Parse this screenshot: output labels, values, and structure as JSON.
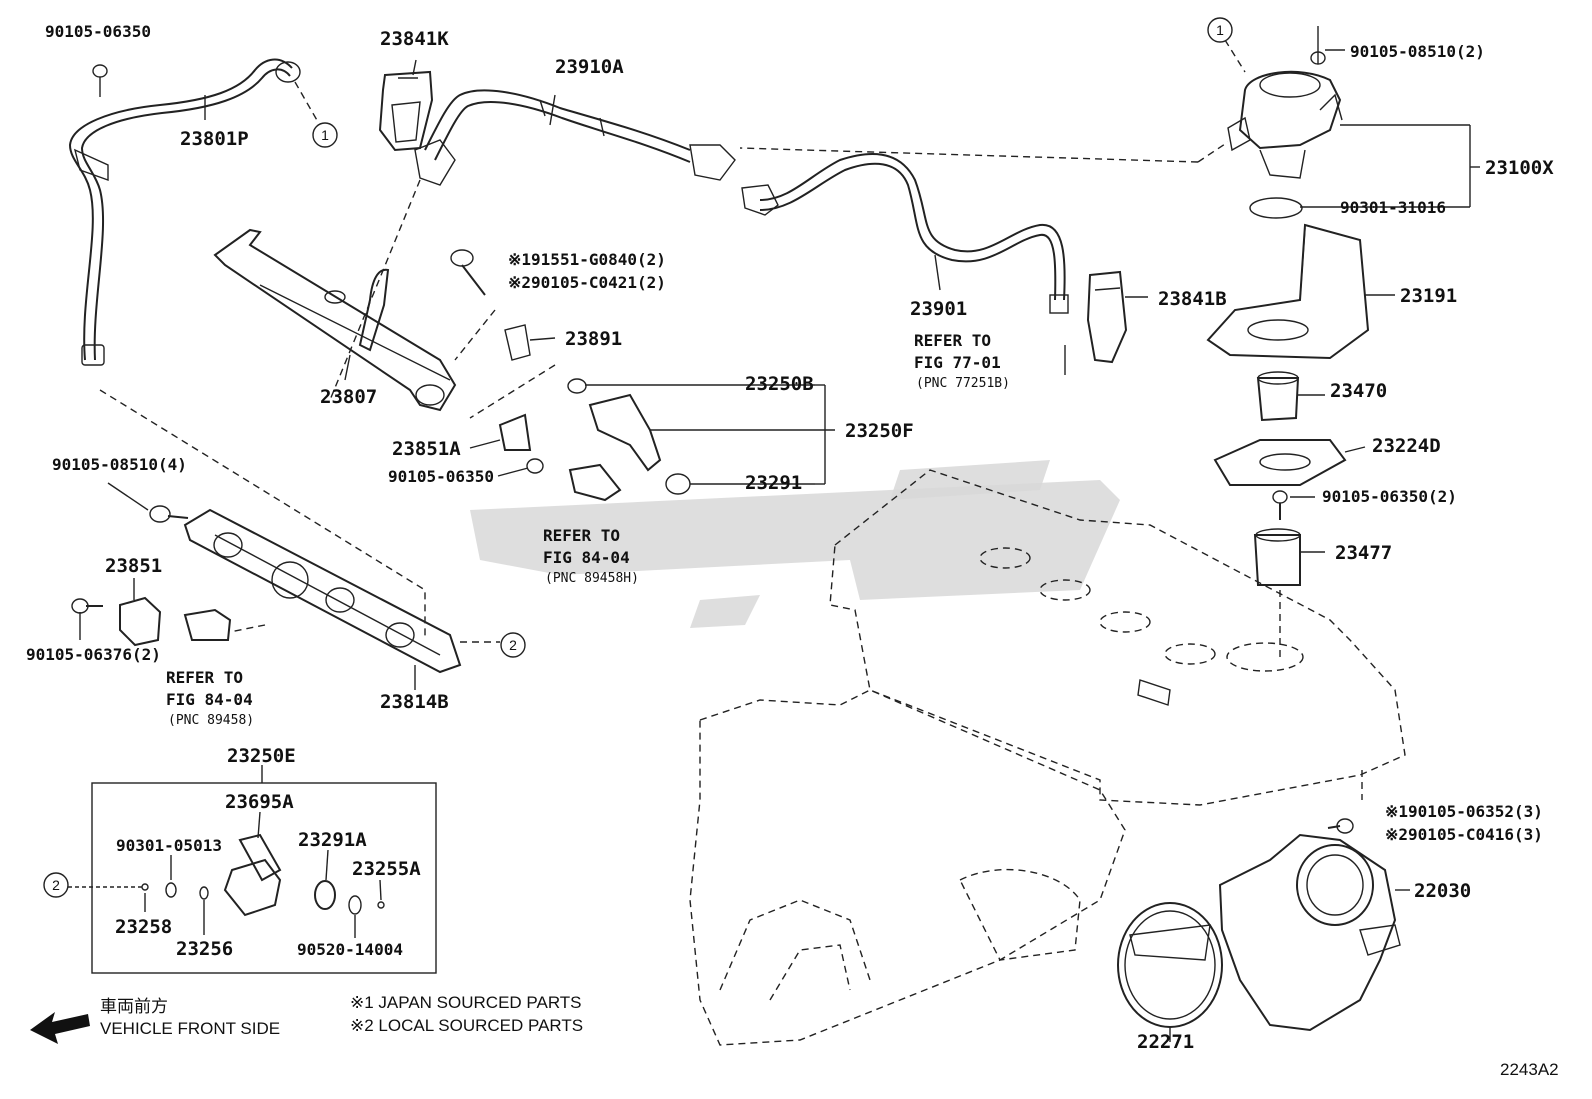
{
  "labels": {
    "p90105_06350_tl": "90105-06350",
    "p23801P": "23801P",
    "p23841K": "23841K",
    "p23910A": "23910A",
    "p90105_08510_2": "90105-08510(2)",
    "p23100X": "23100X",
    "p90301_31016": "90301-31016",
    "p23191": "23191",
    "p23841B": "23841B",
    "p23901": "23901",
    "p191551": "※191551-G0840(2)",
    "p290105_c0421": "※290105-C0421(2)",
    "p23891": "23891",
    "p23807": "23807",
    "p23250B": "23250B",
    "p23250F": "23250F",
    "p23291": "23291",
    "p23851A": "23851A",
    "p90105_06350_mid": "90105-06350",
    "p23470": "23470",
    "p23224D": "23224D",
    "p90105_06350_2": "90105-06350(2)",
    "p23477": "23477",
    "p90105_08510_4": "90105-08510(4)",
    "p23851": "23851",
    "p90105_06376_2": "90105-06376(2)",
    "p23814B": "23814B",
    "p23250E": "23250E",
    "p23695A": "23695A",
    "p90301_05013": "90301-05013",
    "p23291A": "23291A",
    "p23255A": "23255A",
    "p23258": "23258",
    "p23256": "23256",
    "p90520_14004": "90520-14004",
    "p190105_06352": "※190105-06352(3)",
    "p290105_c0416": "※290105-C0416(3)",
    "p22030": "22030",
    "p22271": "22271",
    "fig_code": "2243A2"
  },
  "refs": {
    "r1_line1": "REFER TO",
    "r1_line2": "FIG 77-01",
    "r1_line3": "(PNC 77251B)",
    "r2_line1": "REFER TO",
    "r2_line2": "FIG 84-04",
    "r2_line3": "(PNC 89458H)",
    "r3_line1": "REFER TO",
    "r3_line2": "FIG 84-04",
    "r3_line3": "(PNC 89458)"
  },
  "callouts": {
    "c1": "1",
    "c2": "2"
  },
  "legend": {
    "front_jp": "車両前方",
    "front_en": "VEHICLE FRONT SIDE",
    "note1": "※1 JAPAN SOURCED PARTS",
    "note2": "※2 LOCAL SOURCED PARTS"
  }
}
